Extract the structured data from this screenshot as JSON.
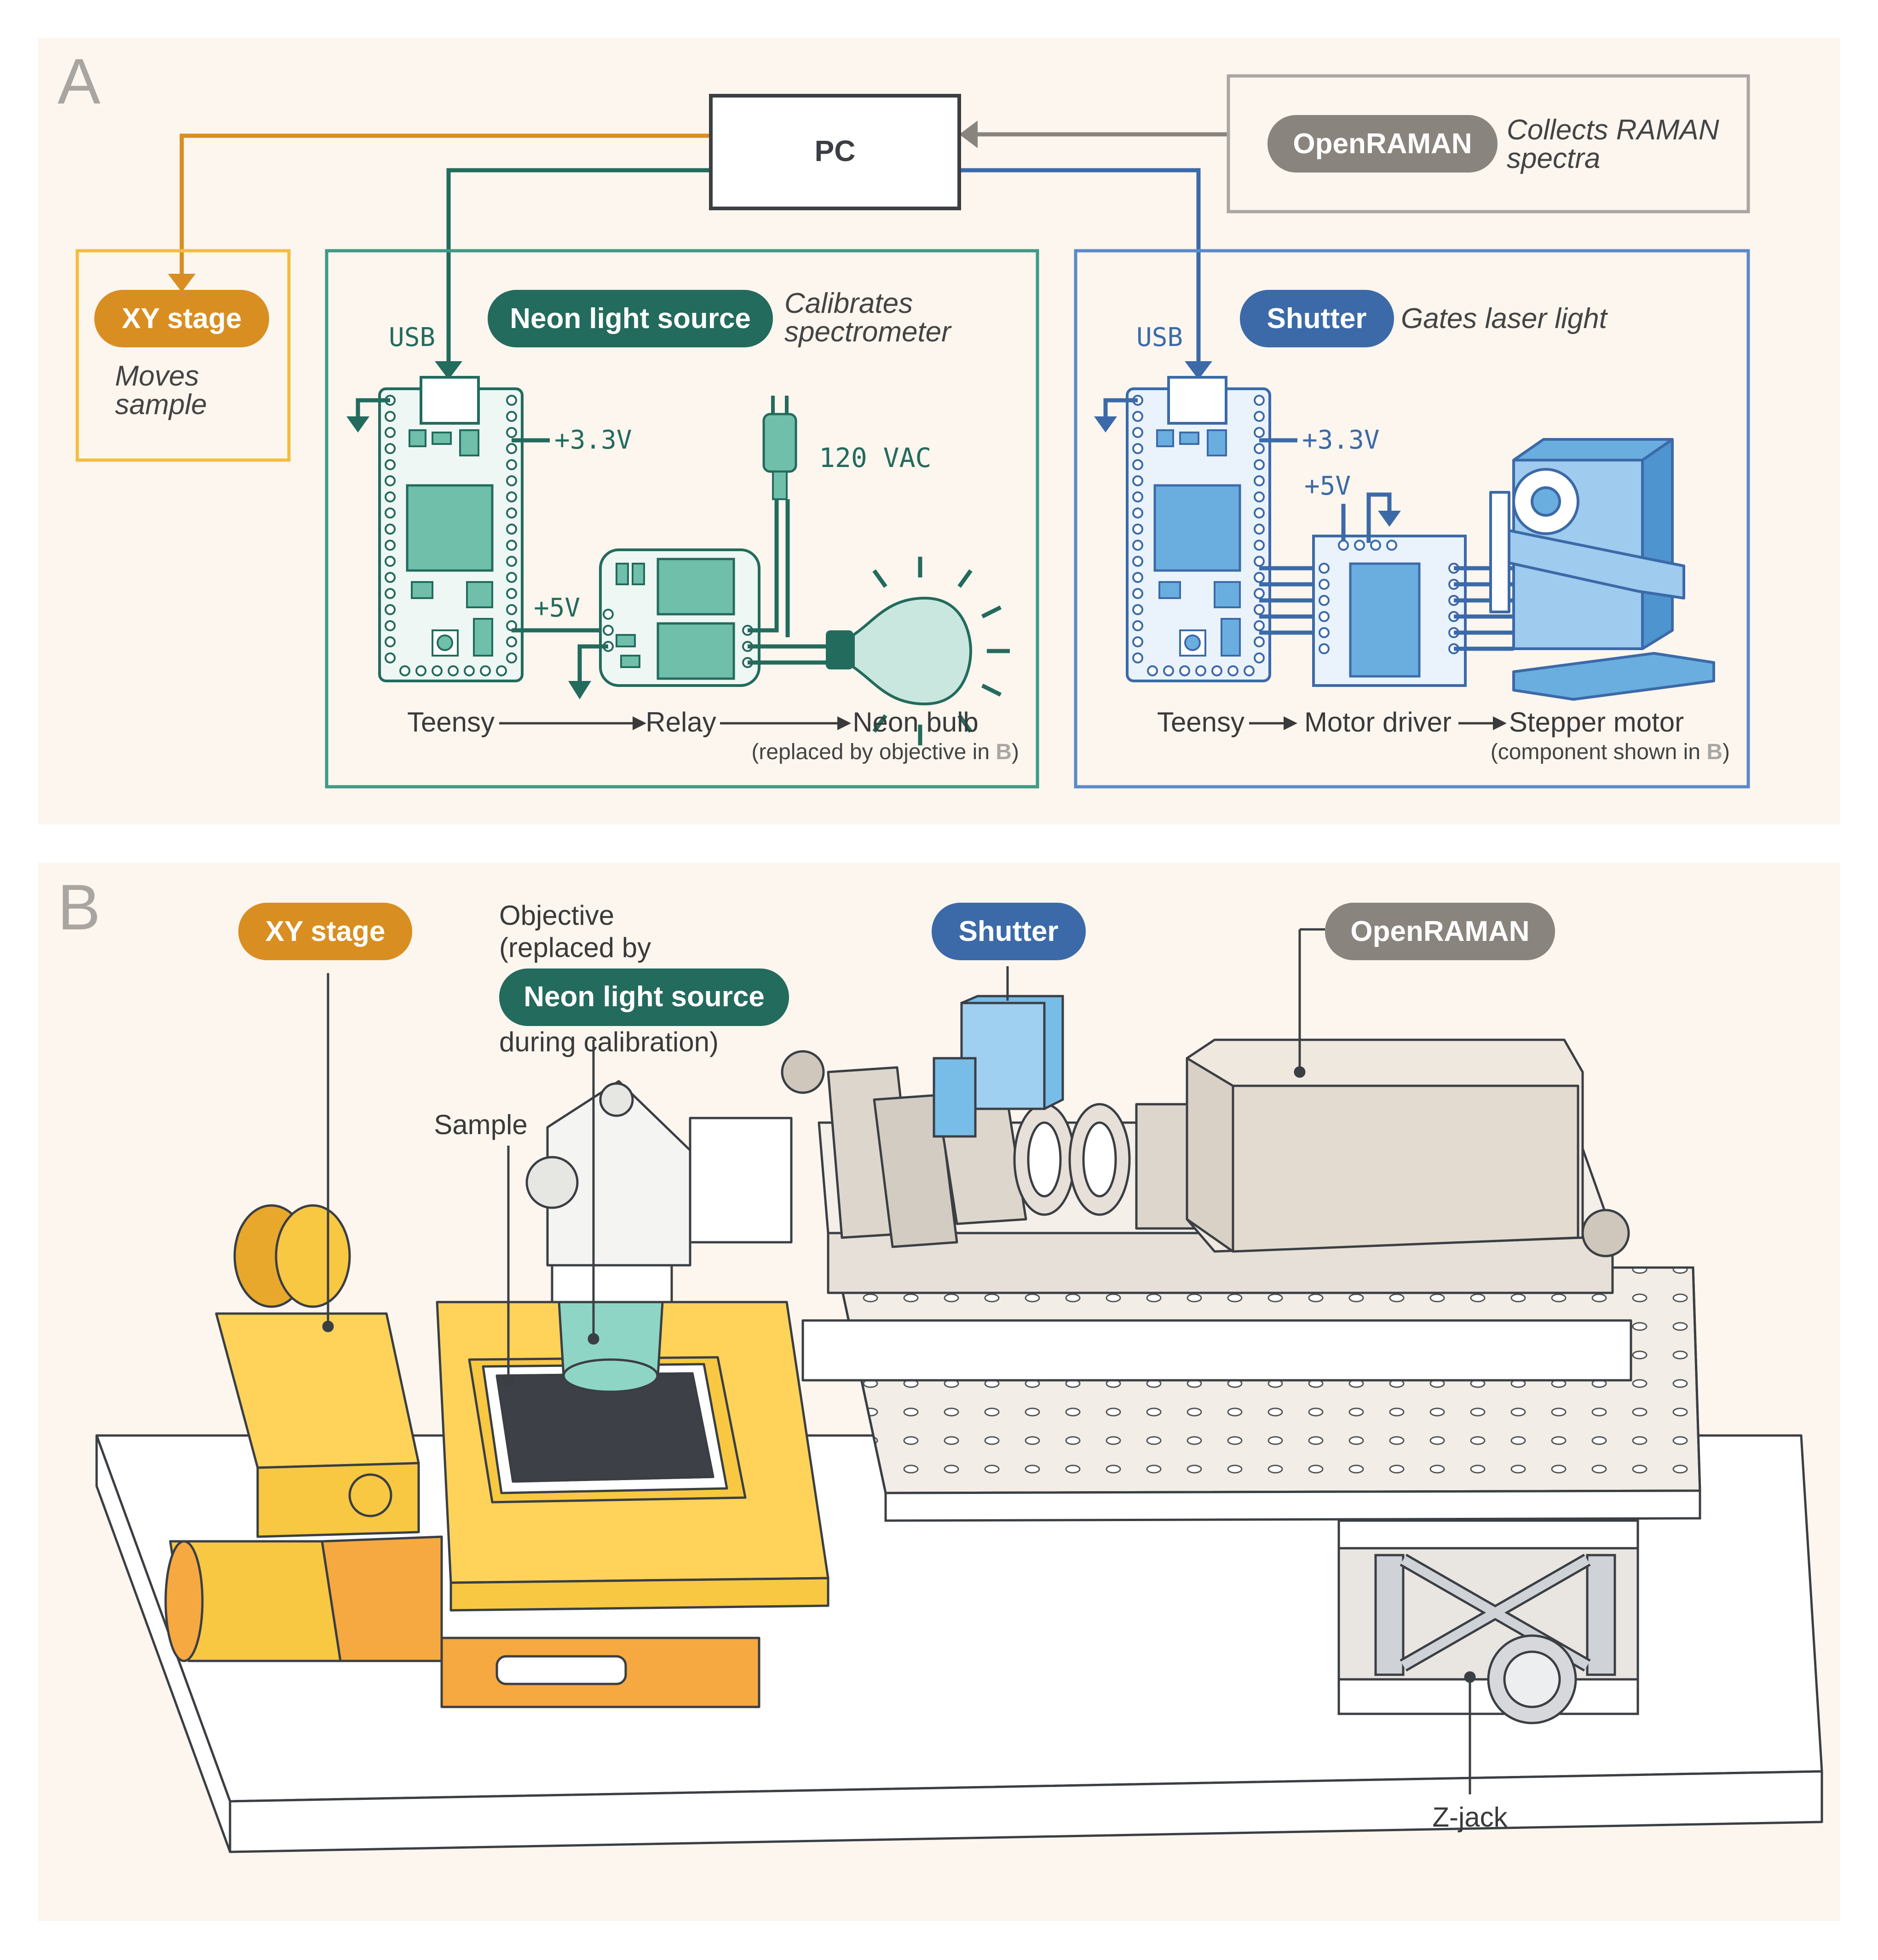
{
  "colors": {
    "panel_bg": "#fcf6ef",
    "orange": "#d98e22",
    "orange_box": "#f3bd3e",
    "green": "#236b5d",
    "green_box": "#3f9a86",
    "green_board": "#eef7f3",
    "green_chip": "#6fbfab",
    "blue": "#3c6aa8",
    "blue_box": "#5b8ac8",
    "blue_board": "#eaf3fb",
    "blue_chip": "#6aaee0",
    "gray": "#8a847e",
    "gray_box": "#aaa6a2",
    "dark": "#3b3f44",
    "stage_yellow": "#f8c842",
    "breadboard": "#f2ede6",
    "bulb": "#c9e7df"
  },
  "panel_a": {
    "letter": "A",
    "pc_label": "PC",
    "openraman": {
      "pill": "OpenRAMAN",
      "desc_line1": "Collects RAMAN",
      "desc_line2": "spectra"
    },
    "xy_stage": {
      "pill": "XY stage",
      "desc_line1": "Moves",
      "desc_line2": "sample"
    },
    "neon": {
      "pill": "Neon light source",
      "desc_line1": "Calibrates",
      "desc_line2": "spectrometer",
      "usb": "USB",
      "v33": "+3.3V",
      "v5": "+5V",
      "vac": "120 VAC",
      "flow": [
        "Teensy",
        "Relay",
        "Neon bulb"
      ],
      "note": "(replaced by objective in ",
      "note_ref": "B",
      "note_end": ")"
    },
    "shutter": {
      "pill": "Shutter",
      "desc": "Gates laser light",
      "usb": "USB",
      "v33": "+3.3V",
      "v5": "+5V",
      "flow": [
        "Teensy",
        "Motor driver",
        "Stepper motor"
      ],
      "note": "(component shown in ",
      "note_ref": "B",
      "note_end": ")"
    }
  },
  "panel_b": {
    "letter": "B",
    "xy_pill": "XY stage",
    "objective_line1": "Objective",
    "objective_line2": "(replaced by",
    "neon_pill": "Neon light source",
    "objective_line3": "during calibration)",
    "sample": "Sample",
    "shutter_pill": "Shutter",
    "openraman_pill": "OpenRAMAN",
    "zjack": "Z-jack"
  }
}
